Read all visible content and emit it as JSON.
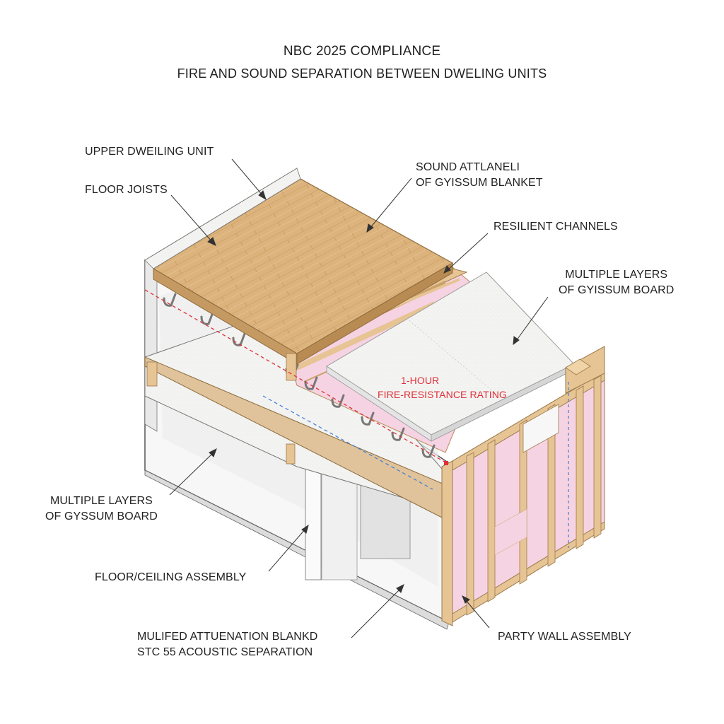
{
  "title": {
    "line1": "NBC 2025 COMPLIANCE",
    "line2": "FIRE AND SOUND SEPARATION BETWEEN DWELING UNITS"
  },
  "labels": {
    "upper_unit": "UPPER DWEILING UNIT",
    "floor_joists": "FLOOR JOISTS",
    "sound_attenuation": [
      "SOUND ATTLANELI",
      "OF GYISSUM BLANKET"
    ],
    "resilient_channels": "RESILIENT CHANNELS",
    "gypsum_right": [
      "MULTIPLE LAYERS",
      "OF GYISSUM BOARD"
    ],
    "fire_rating": [
      "1-HOUR",
      "FIRE-RESISTANCE RATING"
    ],
    "gypsum_left": [
      "MULTIPLE LAYERS",
      "OF GYSSUM BOARD"
    ],
    "floor_ceiling": "FLOOR/CEILING ASSEMBLY",
    "acoustic": [
      "MULIFED ATTUENATION BLANKD",
      "STC 55 ACOUSTIC SEPARATION"
    ],
    "party_wall": "PARTY WALL ASSEMBLY"
  },
  "colors": {
    "wood": "#e6c494",
    "wood_dark": "#c9a068",
    "flooring": "#d8b07a",
    "insulation": "#f3c9dc",
    "gypsum": "#f4f4f4",
    "fire_line": "#e0303a",
    "sound_line": "#3c7ed6"
  }
}
